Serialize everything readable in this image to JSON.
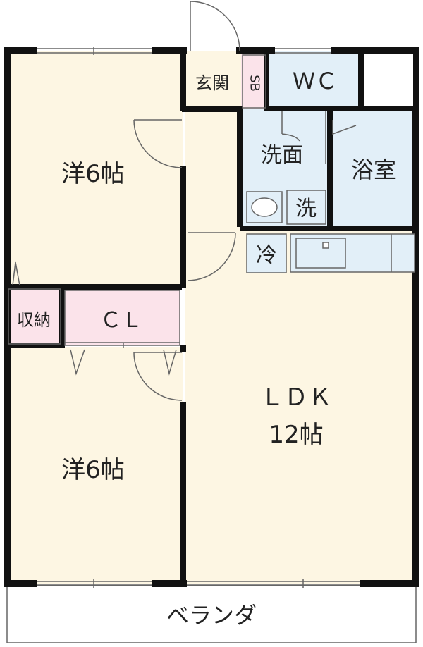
{
  "rooms": {
    "western_top": {
      "name": "洋6帖"
    },
    "western_bottom": {
      "name": "洋6帖"
    },
    "ldk": {
      "name": "ＬＤＫ",
      "size": "12帖"
    },
    "entrance": {
      "name": "玄関"
    },
    "shoe_box": {
      "name": "SB"
    },
    "wc": {
      "name": "ＷＣ"
    },
    "washroom": {
      "name": "洗面"
    },
    "laundry": {
      "name": "洗"
    },
    "bath": {
      "name": "浴室"
    },
    "fridge": {
      "name": "冷"
    },
    "storage": {
      "name": "収納"
    },
    "closet": {
      "name": "ＣＬ"
    },
    "balcony": {
      "name": "ベランダ"
    }
  },
  "colors": {
    "room_fill": "#fdf6e3",
    "wet_area_fill": "#e2eff8",
    "storage_fill": "#fbe3ea",
    "wall": "#111111",
    "line": "#666666"
  }
}
